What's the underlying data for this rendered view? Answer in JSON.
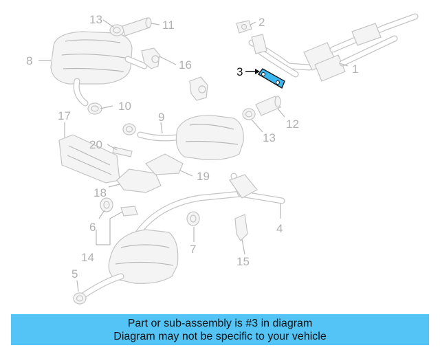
{
  "callouts": [
    {
      "id": "1",
      "text": "1"
    },
    {
      "id": "2",
      "text": "2"
    },
    {
      "id": "3",
      "text": "3"
    },
    {
      "id": "4",
      "text": "4"
    },
    {
      "id": "5",
      "text": "5"
    },
    {
      "id": "6",
      "text": "6"
    },
    {
      "id": "7",
      "text": "7"
    },
    {
      "id": "8",
      "text": "8"
    },
    {
      "id": "9",
      "text": "9"
    },
    {
      "id": "10",
      "text": "10"
    },
    {
      "id": "11",
      "text": "11"
    },
    {
      "id": "12",
      "text": "12"
    },
    {
      "id": "13a",
      "text": "13"
    },
    {
      "id": "13b",
      "text": "13"
    },
    {
      "id": "14",
      "text": "14"
    },
    {
      "id": "15",
      "text": "15"
    },
    {
      "id": "16",
      "text": "16"
    },
    {
      "id": "17",
      "text": "17"
    },
    {
      "id": "18",
      "text": "18"
    },
    {
      "id": "19",
      "text": "19"
    },
    {
      "id": "20",
      "text": "20"
    }
  ],
  "highlight_color": "#3bb7f0",
  "banner": {
    "line1": "Part or sub-assembly is #3 in diagram",
    "line2": "Diagram may not be specific to your vehicle",
    "color": "#54c3f6"
  }
}
